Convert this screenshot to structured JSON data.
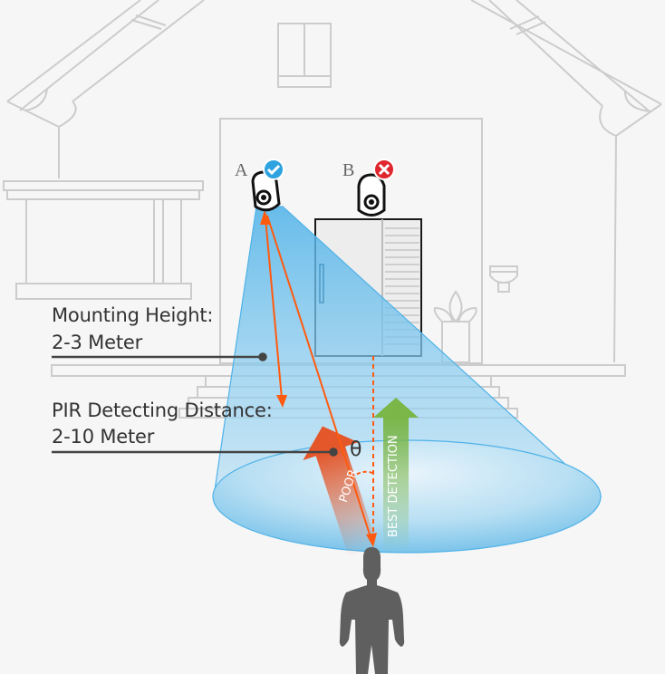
{
  "diagram": {
    "title": "PIR camera mounting & detection diagram",
    "labels": {
      "mounting_height_title": "Mounting Height:",
      "mounting_height_value": "2-3 Meter",
      "pir_distance_title": "PIR Detecting Distance:",
      "pir_distance_value": "2-10 Meter",
      "angle_symbol": "θ",
      "poor": "POOR",
      "best_detection": "BEST DETECTION"
    },
    "cameras": [
      {
        "id": "A",
        "label": "A",
        "status": "correct",
        "status_icon": "check-icon",
        "badge_color": "#2ea3e0"
      },
      {
        "id": "B",
        "label": "B",
        "status": "incorrect",
        "status_icon": "x-icon",
        "badge_color": "#e0262e"
      }
    ],
    "colors": {
      "background": "#f6f6f6",
      "house_line": "#cccccc",
      "detection_cone": "#5bb8e8",
      "arrow_orange": "#ff5a0f",
      "poor_arrow": "#e4572a",
      "best_arrow": "#7ab648",
      "person": "#5f5f5f",
      "text": "#333333"
    }
  }
}
